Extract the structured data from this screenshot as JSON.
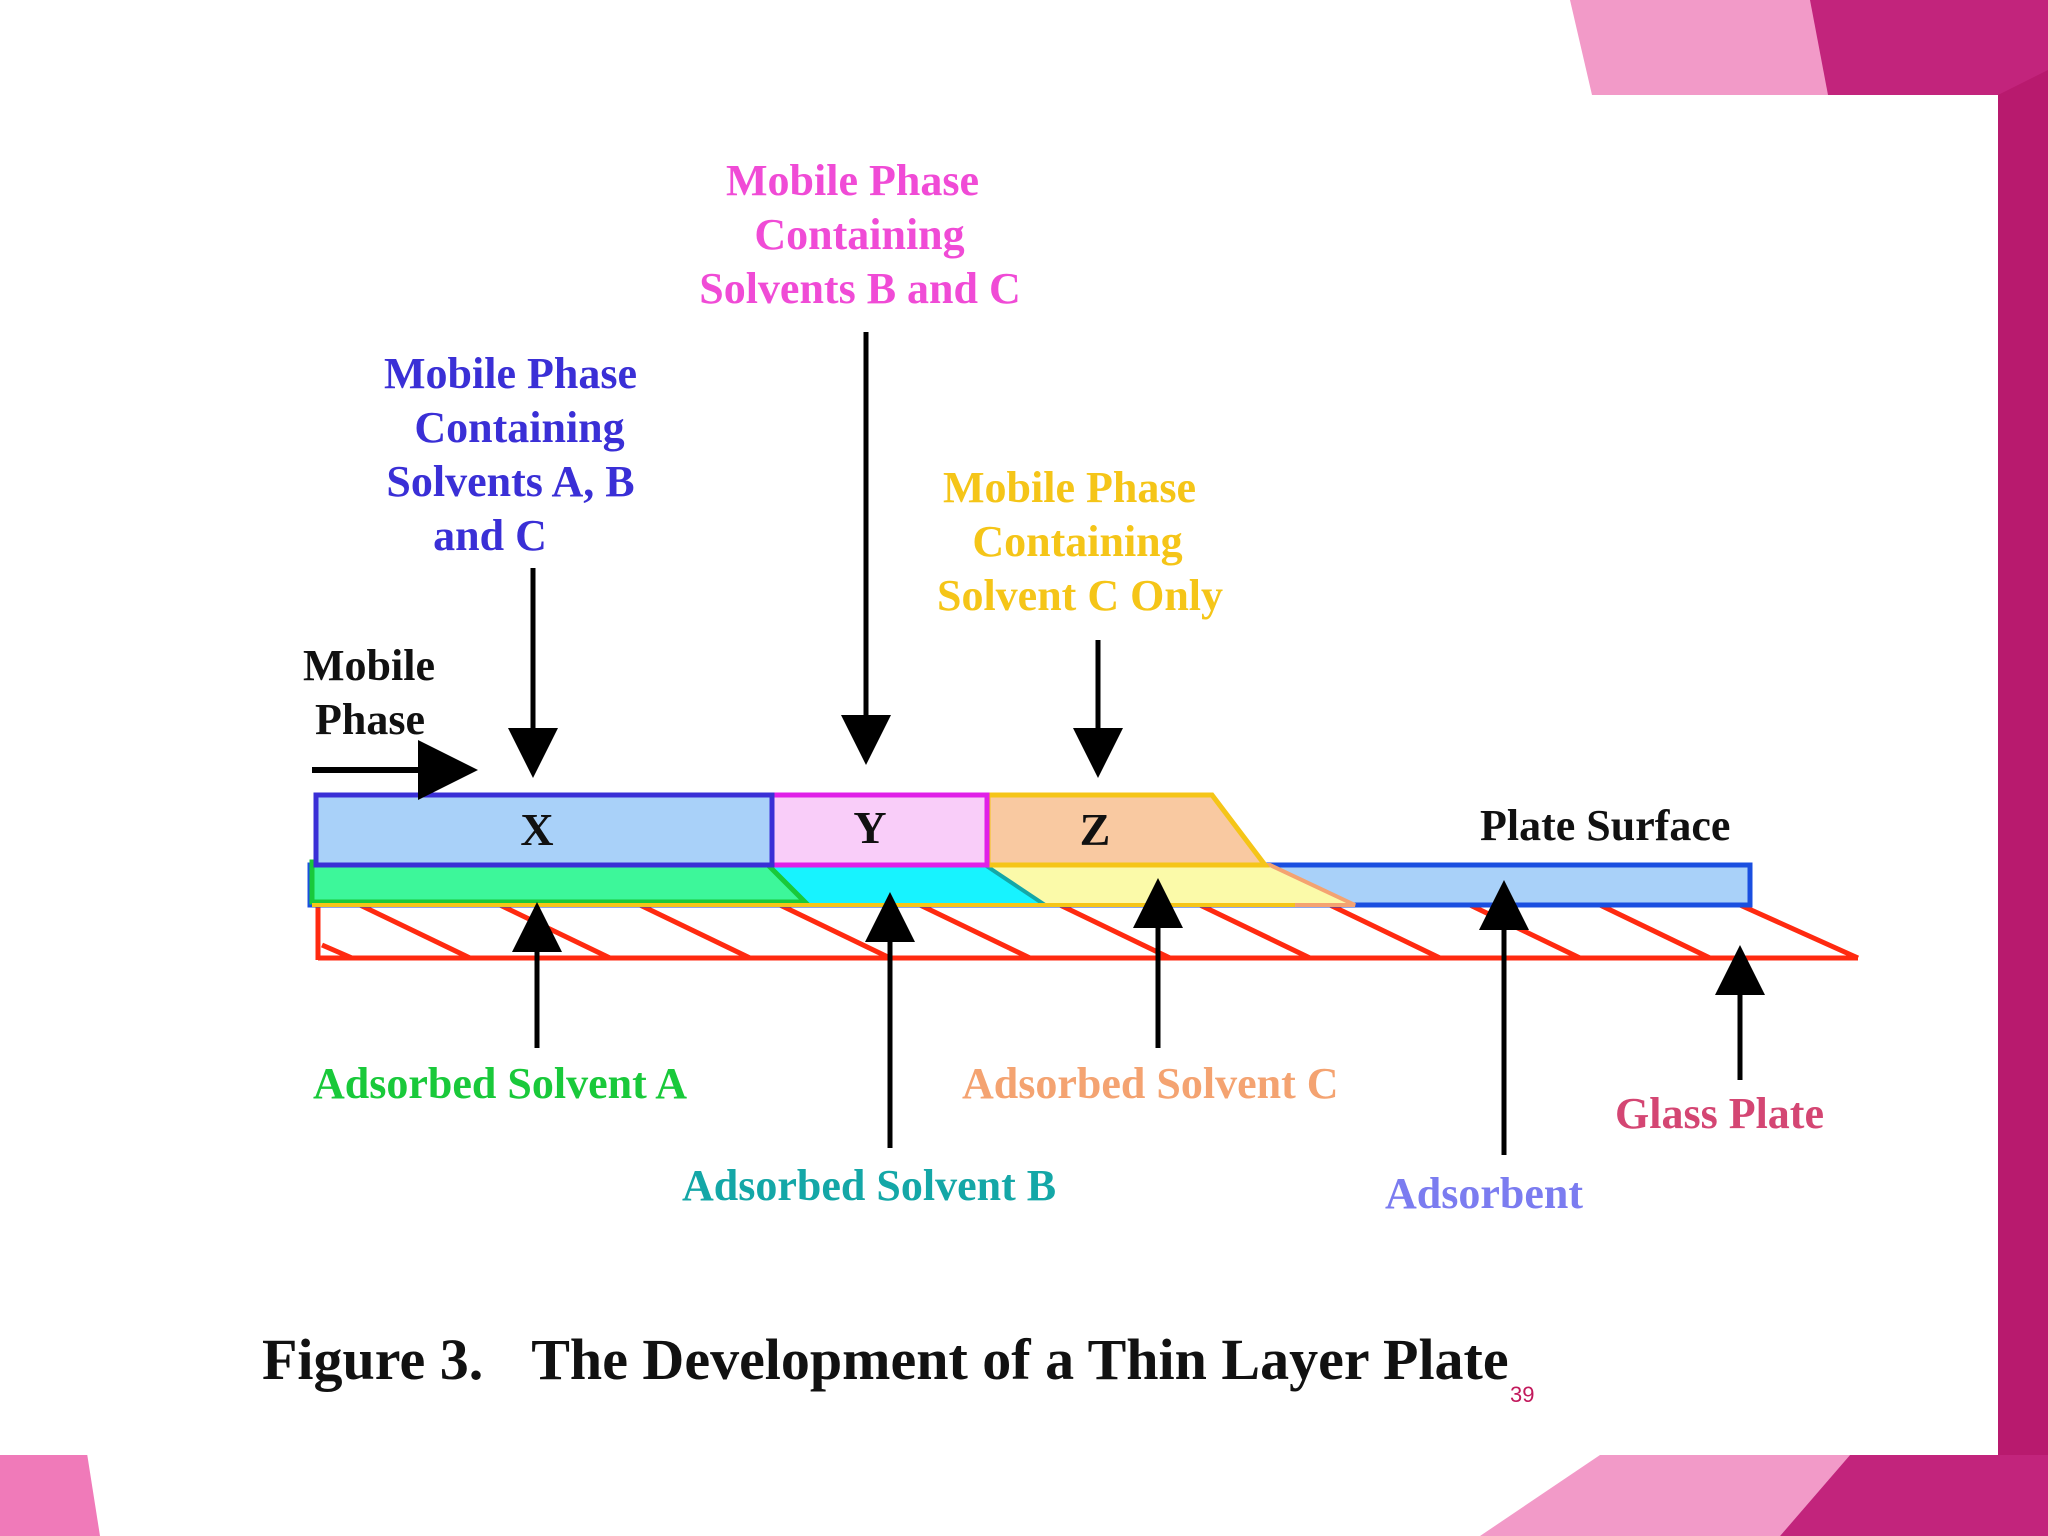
{
  "colors": {
    "magenta": "#f04bd6",
    "blue_label": "#3a2fd6",
    "yellow": "#f5c518",
    "green": "#19c93a",
    "teal": "#14a7a7",
    "orange": "#f4a371",
    "purple_blue": "#7b7cf0",
    "rose": "#d44673",
    "red": "#ff2a10",
    "slide_accent": "#c2185b"
  },
  "labels": {
    "mobile_phase_bc": [
      "Mobile Phase",
      "Containing",
      "Solvents B and C"
    ],
    "mobile_phase_abc": [
      "Mobile Phase",
      "Containing",
      "Solvents A, B",
      "and C"
    ],
    "mobile_phase_c": [
      "Mobile Phase",
      "Containing",
      "Solvent C Only"
    ],
    "mobile_phase": [
      "Mobile",
      "Phase"
    ],
    "zone_x": "X",
    "zone_y": "Y",
    "zone_z": "Z",
    "plate_surface": "Plate Surface",
    "adsorbed_a": "Adsorbed Solvent A",
    "adsorbed_b": "Adsorbed Solvent B",
    "adsorbed_c": "Adsorbed Solvent C",
    "glass_plate": "Glass Plate",
    "adsorbent": "Adsorbent"
  },
  "caption": {
    "figure_number": "Figure 3.",
    "title": "The Development of a Thin Layer Plate"
  },
  "slide_number": "39"
}
